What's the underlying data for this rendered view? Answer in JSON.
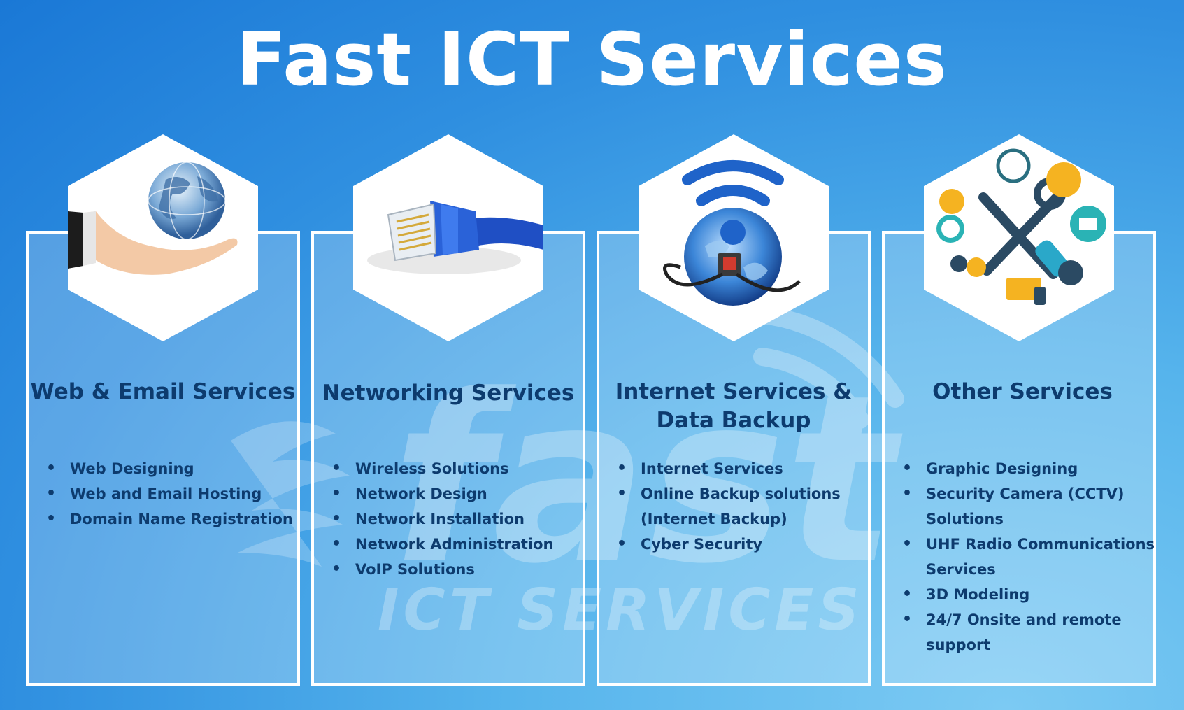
{
  "title": "Fast ICT Services",
  "watermark": {
    "brand": "fast",
    "tagline": "ICT SERVICES"
  },
  "cards": [
    {
      "title_lines": [
        "Web & Email Services"
      ],
      "image": "globe-hand-icon",
      "items": [
        "Web Designing",
        "Web and Email Hosting",
        "Domain Name Registration"
      ]
    },
    {
      "title_lines": [
        "Networking Services"
      ],
      "image": "ethernet-cable-icon",
      "items": [
        "Wireless Solutions",
        "Network Design",
        "Network Installation",
        "Network Administration",
        "VoIP Solutions"
      ]
    },
    {
      "title_lines": [
        "Internet Services &",
        "Data Backup"
      ],
      "image": "wifi-globe-icon",
      "items": [
        "Internet Services",
        "Online Backup solutions",
        "(Internet Backup)",
        "Cyber Security"
      ]
    },
    {
      "title_lines": [
        "Other Services"
      ],
      "image": "tools-icon",
      "items": [
        "Graphic Designing",
        "Security Camera (CCTV)",
        "Solutions",
        "UHF Radio Communications",
        "Services",
        "3D Modeling",
        "24/7 Onsite and remote",
        "support"
      ]
    }
  ],
  "colors": {
    "heading": "#0d3b6e",
    "accent_blue": "#1a78d6",
    "white": "#ffffff"
  }
}
